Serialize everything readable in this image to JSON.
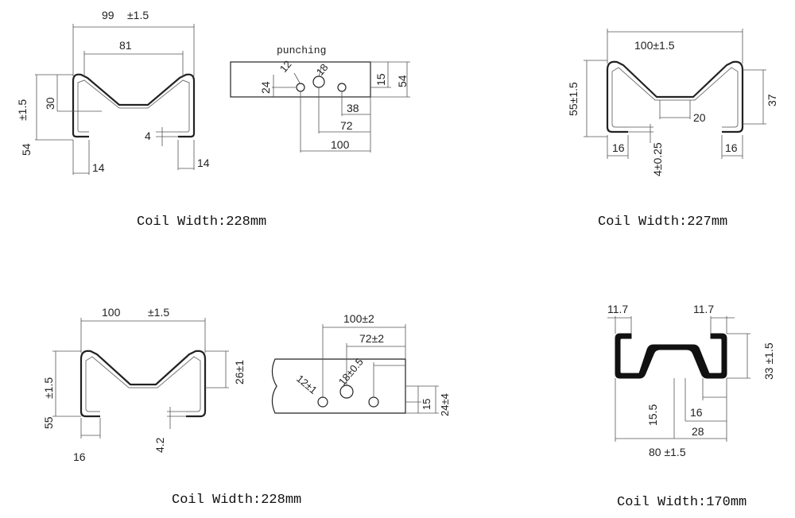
{
  "profiles": [
    {
      "caption": "Coil Width:228mm",
      "dims": {
        "overall": "99",
        "tol": "±1.5",
        "inner": "81",
        "height_tol": "±1.5",
        "height": "54",
        "depth": "30",
        "lip_left": "14",
        "lip_right": "14",
        "thickness": "4"
      }
    },
    {
      "caption": "Coil Width:227mm",
      "dims": {
        "overall": "100±1.5",
        "height": "55±1.5",
        "depth": "37",
        "bottom": "20",
        "lip_left": "16",
        "lip_right": "16",
        "thickness": "4±0.25"
      }
    },
    {
      "caption": "Coil Width:228mm",
      "dims": {
        "overall": "100",
        "tol": "±1.5",
        "height_tol": "±1.5",
        "height": "55",
        "depth": "26±1",
        "lip": "16",
        "thickness": "4.2"
      }
    },
    {
      "caption": "Coil Width:170mm",
      "dims": {
        "flange_left": "11.7",
        "flange_right": "11.7",
        "height": "33 ±1.5",
        "center": "15.5",
        "inner": "16",
        "bottom": "28",
        "overall": "80 ±1.5"
      }
    }
  ],
  "punching_1": {
    "title": "punching",
    "dims": {
      "hole_small": "12",
      "hole_large": "18",
      "height": "54",
      "edge": "24",
      "mid": "15",
      "d38": "38",
      "d72": "72",
      "d100": "100"
    }
  },
  "punching_2": {
    "dims": {
      "d100": "100±2",
      "d72": "72±2",
      "hole_small": "12±1",
      "hole_large": "18±0.5",
      "height": "24±4",
      "mid": "15"
    }
  }
}
